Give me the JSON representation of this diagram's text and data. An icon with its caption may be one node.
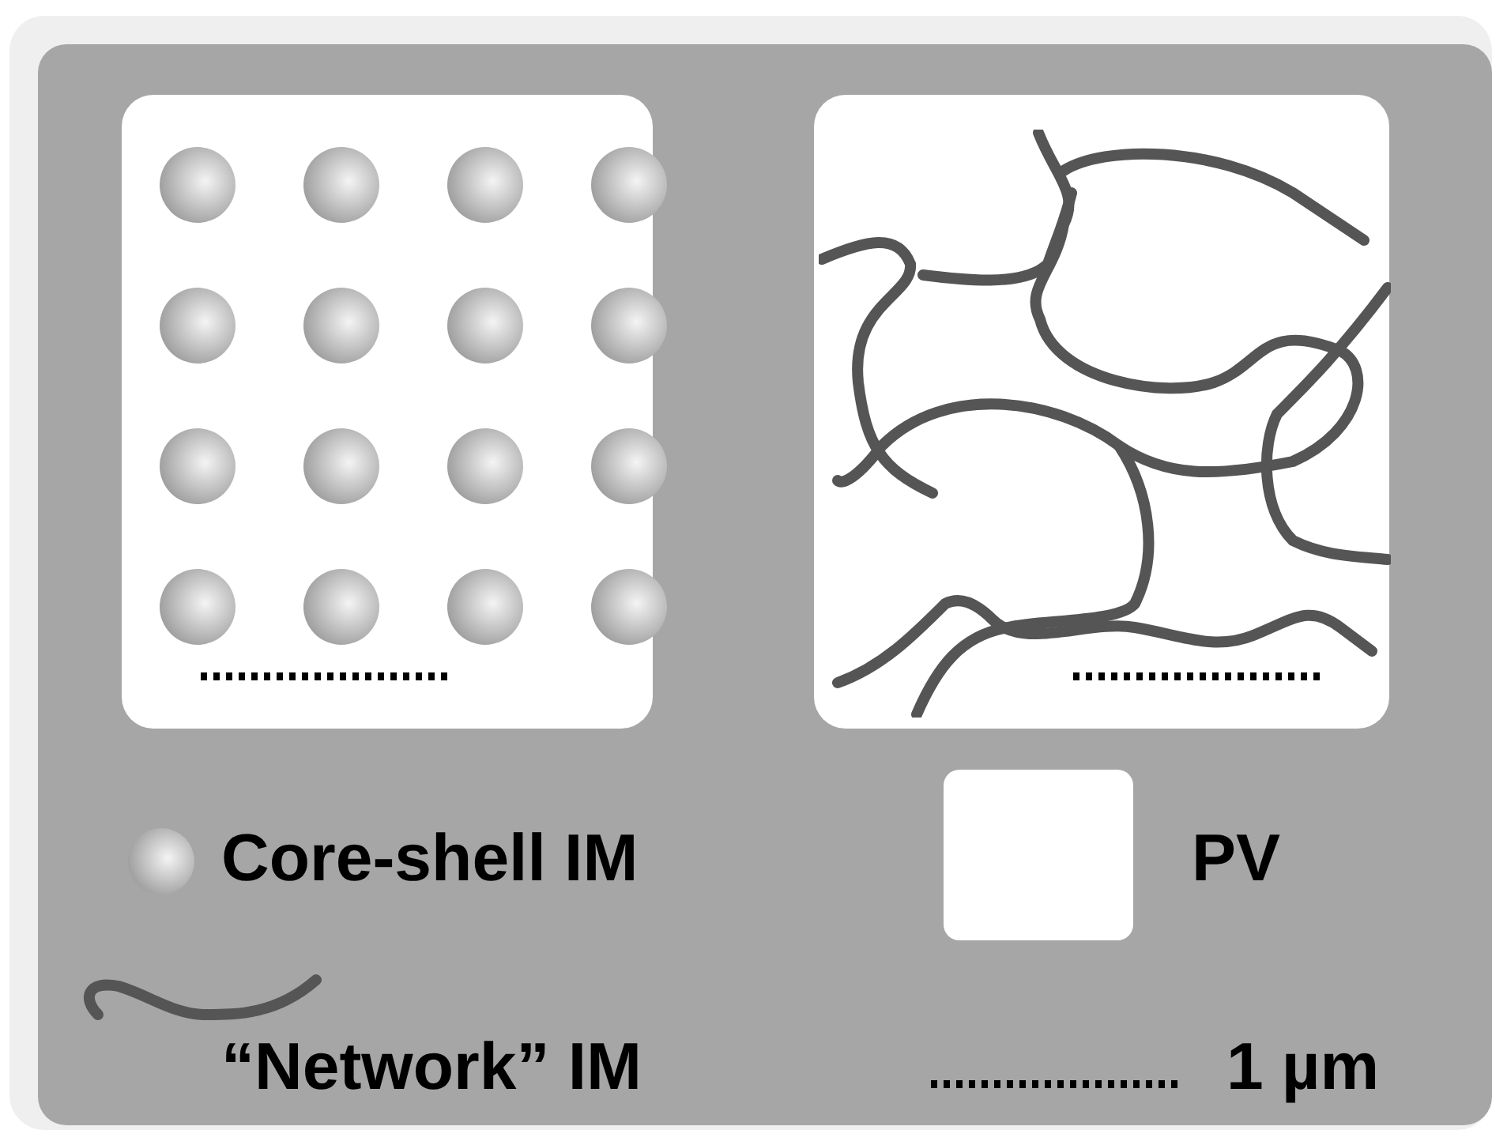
{
  "diagram": {
    "legend": [
      {
        "text": "Core-shell IM"
      },
      {
        "text": "PV",
        "color": "#ffffff"
      },
      {
        "text": "“Network” IM"
      },
      {
        "text": "1 µm"
      }
    ]
  }
}
